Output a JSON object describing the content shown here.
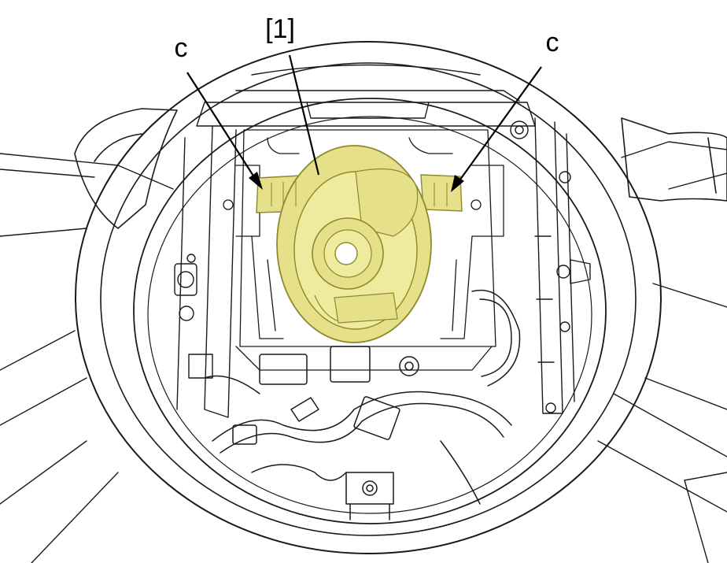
{
  "diagram": {
    "labels": {
      "part_number": "[1]",
      "clip_left": "c",
      "clip_right": "c"
    },
    "colors": {
      "highlight": "#e6e08a",
      "highlight_stroke": "#8c8a2a",
      "line": "#1a1a1a",
      "background": "#ffffff"
    }
  }
}
